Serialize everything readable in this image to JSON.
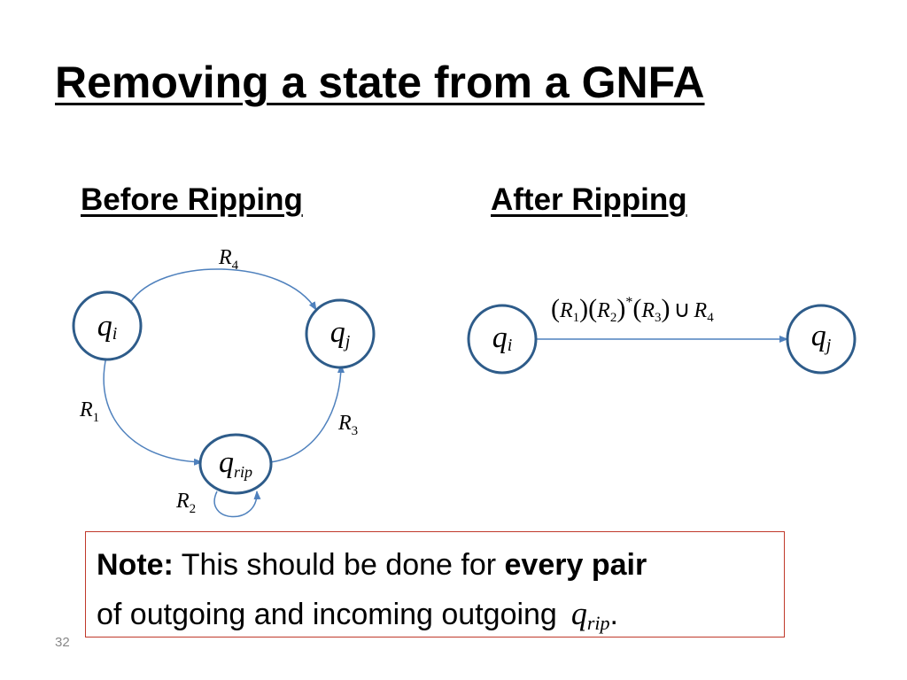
{
  "title": "Removing a state from a GNFA",
  "before_heading": "Before Ripping",
  "after_heading": "After Ripping",
  "before_diagram": {
    "states": {
      "qi": {
        "base": "q",
        "sub": "i"
      },
      "qj": {
        "base": "q",
        "sub": "j"
      },
      "qrip": {
        "base": "q",
        "sub": "rip"
      }
    },
    "edges": {
      "r4": {
        "base": "R",
        "sub": "4"
      },
      "r1": {
        "base": "R",
        "sub": "1"
      },
      "r3": {
        "base": "R",
        "sub": "3"
      },
      "r2": {
        "base": "R",
        "sub": "2"
      }
    }
  },
  "after_diagram": {
    "states": {
      "qi": {
        "base": "q",
        "sub": "i"
      },
      "qj": {
        "base": "q",
        "sub": "j"
      }
    },
    "edge_label": {
      "r1": {
        "base": "R",
        "sub": "1"
      },
      "r2": {
        "base": "R",
        "sub": "2"
      },
      "star": "*",
      "r3": {
        "base": "R",
        "sub": "3"
      },
      "union": "∪",
      "r4": {
        "base": "R",
        "sub": "4"
      }
    }
  },
  "note": {
    "label": "Note:",
    "text1": " This should be done for ",
    "emphasis": "every pair",
    "text2": "of outgoing and incoming outgoing",
    "state": {
      "base": "q",
      "sub": "rip"
    },
    "end": "."
  },
  "page_number": "32",
  "colors": {
    "state_stroke": "#2e5c8a",
    "arrow": "#4f81bd",
    "note_border": "#c0392b"
  }
}
